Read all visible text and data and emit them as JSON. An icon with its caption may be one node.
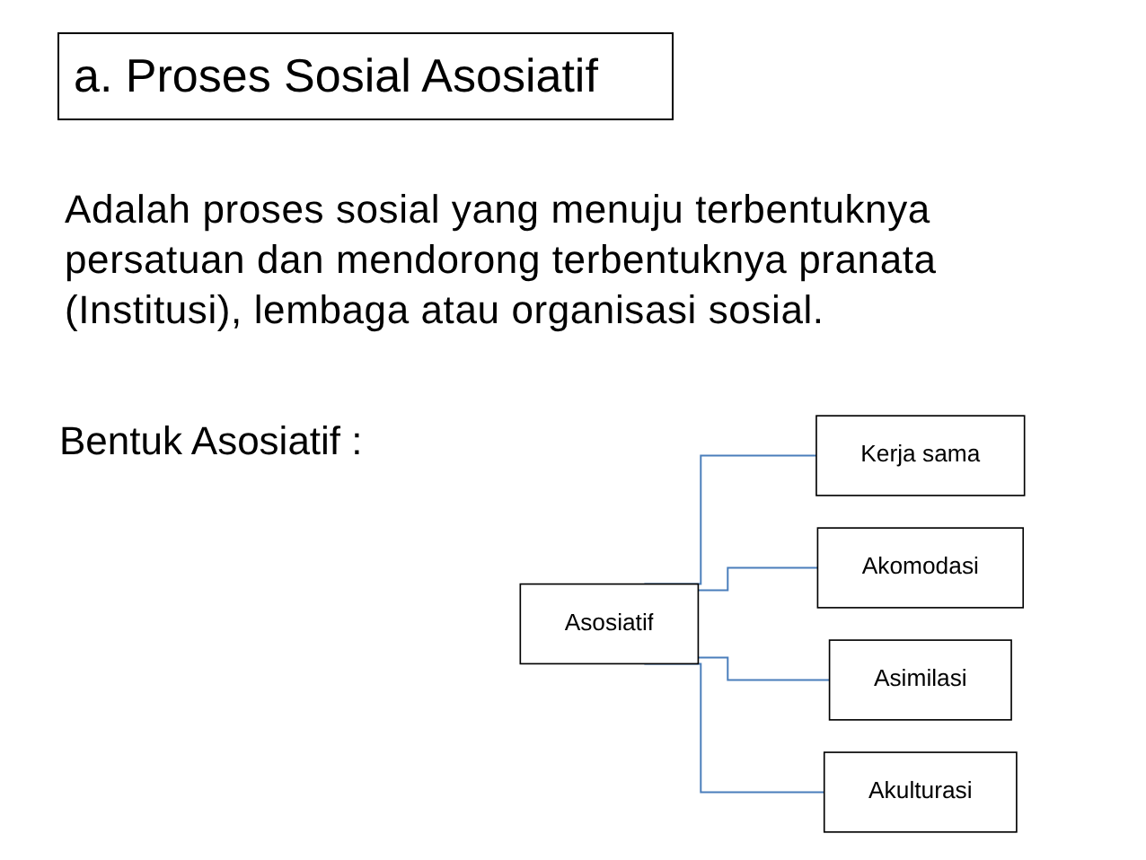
{
  "diagram": {
    "title": "a. Proses Sosial Asosiatif",
    "nodes": [
      {
        "text": [
          "Asosiatif"
        ]
      },
      {
        "text": [
          "Kerja sama"
        ]
      },
      {
        "text": [
          "Akomodasi"
        ]
      },
      {
        "text": [
          "Asimilasi"
        ]
      },
      {
        "text": [
          "Akulturasi"
        ]
      }
    ],
    "edges": [
      {
        "from": 0,
        "to": 1,
        "arrow": "none"
      },
      {
        "from": 0,
        "to": 2,
        "arrow": "none"
      },
      {
        "from": 0,
        "to": 3,
        "arrow": "none"
      },
      {
        "from": 0,
        "to": 4,
        "arrow": "none"
      }
    ],
    "labels": [
      "Adalah proses sosial yang menuju terbentuknya persatuan dan mendorong terbentuknya pranata (Institusi), lembaga atau organisasi sosial.",
      "Bentuk Asosiatif :"
    ]
  }
}
